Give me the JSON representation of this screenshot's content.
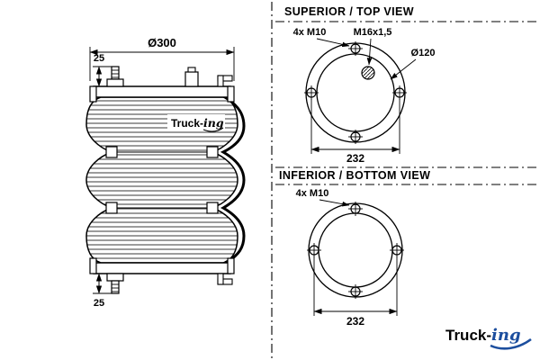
{
  "drawing": {
    "side_view": {
      "dim_outer_diameter": "Ø300",
      "dim_stud_top": "25",
      "dim_stud_bottom": "25",
      "logo_part1": "Truck-",
      "logo_part2": "ing"
    },
    "top_view": {
      "title": "SUPERIOR / TOP VIEW",
      "bolt_label": "4x M10",
      "port_label": "M16x1,5",
      "diameter_label": "Ø120",
      "bolt_spacing": "232"
    },
    "bottom_view": {
      "title": "INFERIOR / BOTTOM VIEW",
      "bolt_label": "4x M10",
      "bolt_spacing": "232"
    },
    "brand": {
      "part1": "Truck-",
      "part2": "ing"
    },
    "colors": {
      "line": "#000000",
      "accent": "#1c4e9e",
      "background": "#ffffff"
    }
  }
}
